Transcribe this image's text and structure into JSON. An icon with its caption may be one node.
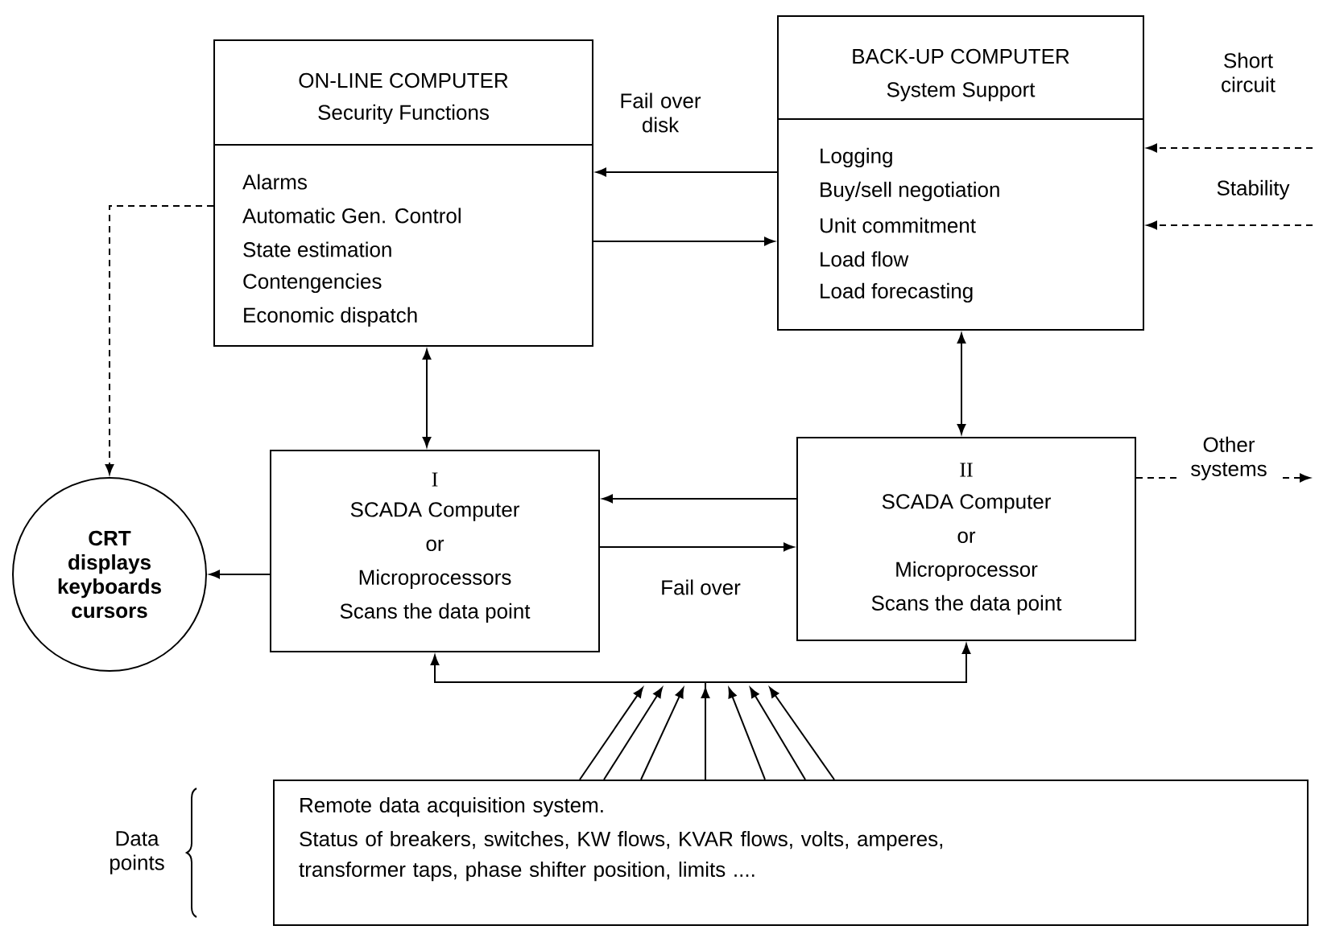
{
  "diagram": {
    "nodes": [
      {
        "text": [
          "ON-LINE COMPUTER",
          "Security Functions",
          "Alarms",
          "Automatic Gen. Control",
          "State estimation",
          "Contengencies",
          "Economic dispatch"
        ]
      },
      {
        "text": [
          "BACK-UP COMPUTER",
          "System Support",
          "Logging",
          "Buy/sell negotiation",
          "Unit commitment",
          "Load flow",
          "Load forecasting"
        ]
      },
      {
        "text": [
          "CRT displays keyboards cursors"
        ]
      },
      {
        "text": [
          "I",
          "SCADA Computer",
          "or",
          "Microprocessors",
          "Scans the data point"
        ]
      },
      {
        "text": [
          "II",
          "SCADA Computer",
          "or",
          "Microprocessor",
          "Scans the data point"
        ]
      },
      {
        "text": [
          "Remote data acquisition system.",
          "Status of breakers, switches, KW flows, KVAR flows, volts, amperes, transformer taps, phase shifter position, limits ...."
        ]
      }
    ],
    "labels": [
      "Data points"
    ],
    "edges": [
      {
        "from": 1,
        "to": 0,
        "arrow": "to",
        "label": "Fail over disk"
      },
      {
        "from": 0,
        "to": 1,
        "arrow": "to"
      },
      {
        "from": 0,
        "to": 2,
        "arrow": "to",
        "style": "dashed"
      },
      {
        "from": 0,
        "to": 3,
        "arrow": "both"
      },
      {
        "from": 1,
        "to": 4,
        "arrow": "both"
      },
      {
        "from": 4,
        "to": 3,
        "arrow": "to"
      },
      {
        "from": 3,
        "to": 4,
        "arrow": "to",
        "label": "Fail over"
      },
      {
        "from": 3,
        "to": 2,
        "arrow": "to"
      },
      {
        "from": null,
        "to": 1,
        "arrow": "to",
        "style": "dashed",
        "label": "Short circuit"
      },
      {
        "from": null,
        "to": 1,
        "arrow": "to",
        "style": "dashed",
        "label": "Stability"
      },
      {
        "from": 4,
        "to": null,
        "arrow": "to",
        "style": "dashed",
        "label": "Other systems"
      },
      {
        "from": 5,
        "to": 3,
        "arrow": "to"
      },
      {
        "from": 5,
        "to": 4,
        "arrow": "to"
      }
    ]
  }
}
